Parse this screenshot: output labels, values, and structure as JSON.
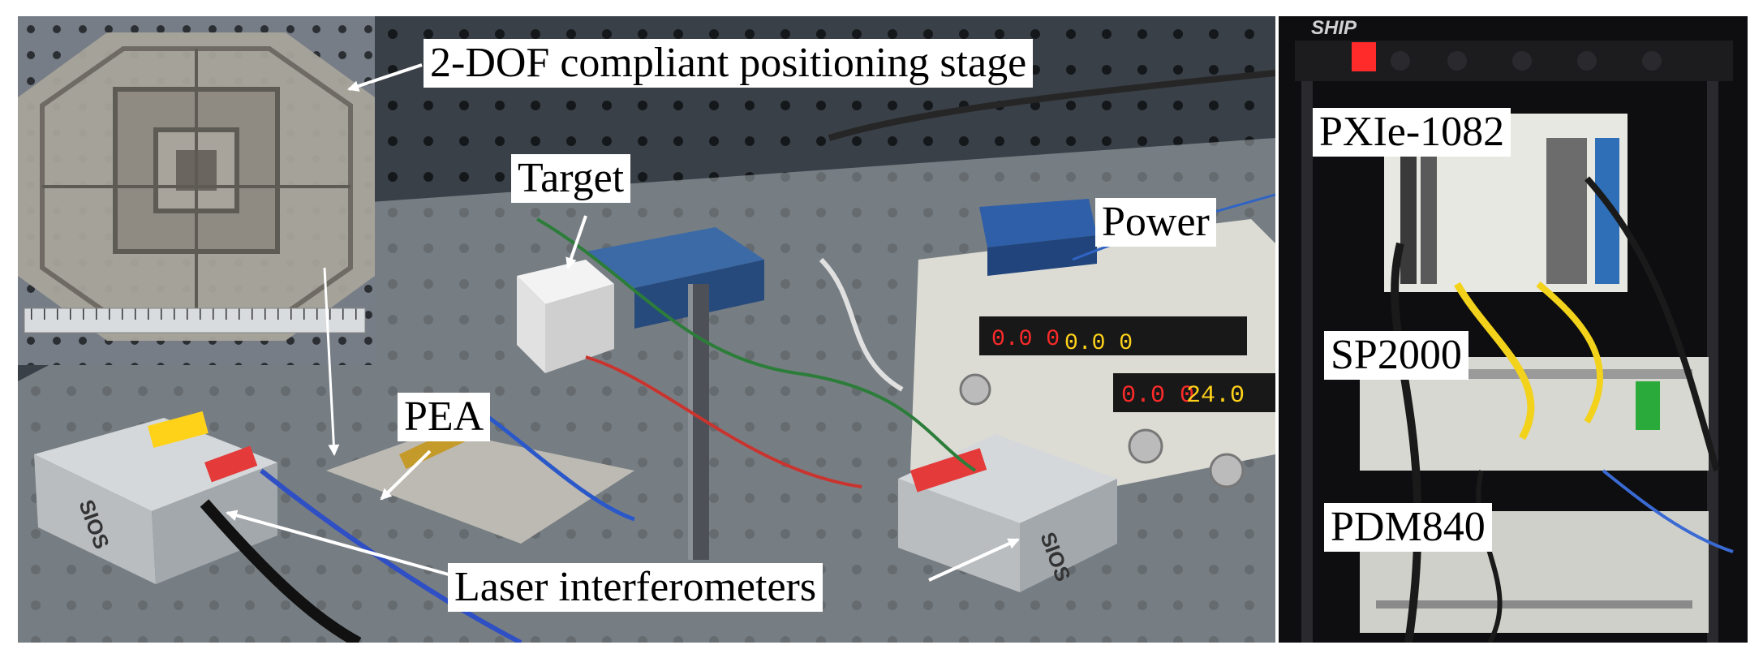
{
  "labels": {
    "stage": "2-DOF compliant positioning stage",
    "target": "Target",
    "power": "Power",
    "pea": "PEA",
    "laser": "Laser interferometers",
    "pxie": "PXIe-1082",
    "sp2000": "SP2000",
    "pdm840": "PDM840"
  },
  "photo_text": {
    "rack_brand": "SHIP",
    "display_1": "0.0 0",
    "display_2": "0.0 0",
    "display_3": "0.0 0",
    "display_4": "24.0",
    "sios_1": "SIOS",
    "sios_2": "SIOS"
  },
  "colors": {
    "label_bg": "#ffffff",
    "label_text": "#000000",
    "arrow": "#ffffff",
    "led_red": "#ff2a2a",
    "led_yellow": "#ffd21a"
  }
}
